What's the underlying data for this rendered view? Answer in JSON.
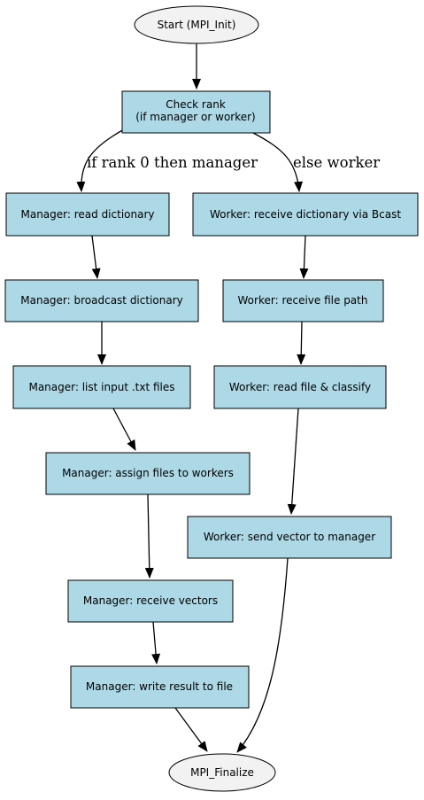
{
  "colors": {
    "process_fill": "#add8e6",
    "terminal_fill": "#f2f2f2",
    "stroke": "#000000"
  },
  "nodes": {
    "start": "Start (MPI_Init)",
    "check_rank": [
      "Check rank",
      "(if manager or worker)"
    ],
    "manager_read_dictionary": "Manager: read dictionary",
    "manager_broadcast_dictionary": "Manager: broadcast dictionary",
    "manager_list_input_files": "Manager: list input .txt files",
    "manager_assign_files": "Manager: assign files to workers",
    "manager_receive_vectors": "Manager: receive vectors",
    "manager_write_result": "Manager: write result to file",
    "worker_receive_dictionary": "Worker: receive dictionary via Bcast",
    "worker_receive_file_path": "Worker: receive file path",
    "worker_read_classify": "Worker: read file & classify",
    "worker_send_vector": "Worker: send vector to manager",
    "finalize": "MPI_Finalize"
  },
  "edges": {
    "manager_branch_label": "if rank 0 then manager",
    "worker_branch_label": "else worker"
  }
}
